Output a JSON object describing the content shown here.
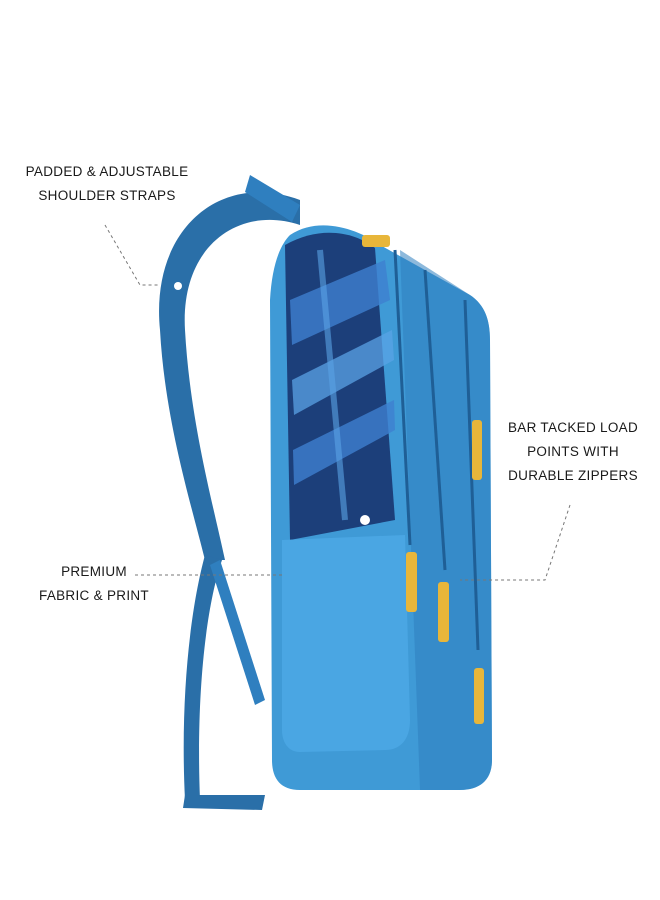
{
  "features": {
    "straps": {
      "line1": "PADDED & ADJUSTABLE",
      "line2": "SHOULDER STRAPS"
    },
    "fabric": {
      "line1": "PREMIUM",
      "line2": "FABRIC & PRINT"
    },
    "zippers": {
      "line1": "BAR TACKED LOAD",
      "line2": "POINTS WITH",
      "line3": "DURABLE ZIPPERS"
    }
  },
  "colors": {
    "body": "#3f9ad6",
    "body_shade": "#2f7fbf",
    "strap": "#2a6fa8",
    "print_dark": "#1c3f7a",
    "zipper_pull": "#e8b63a"
  }
}
